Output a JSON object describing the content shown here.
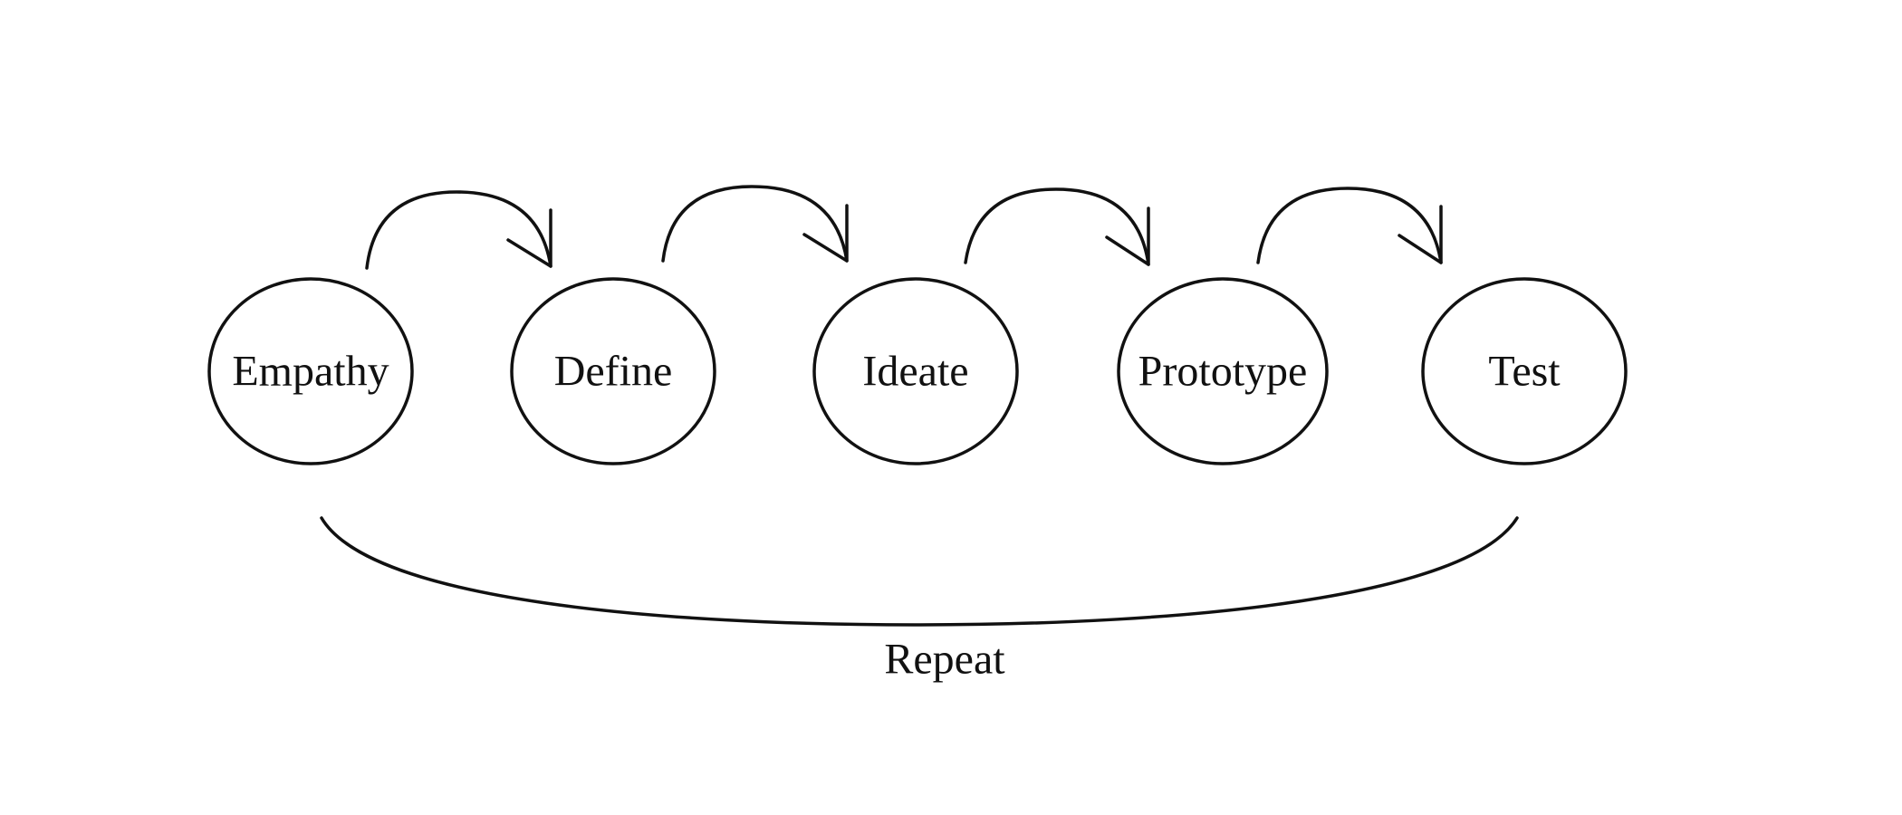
{
  "diagram": {
    "stages": [
      {
        "label": "Empathy"
      },
      {
        "label": "Define"
      },
      {
        "label": "Ideate"
      },
      {
        "label": "Prototype"
      },
      {
        "label": "Test"
      }
    ],
    "repeat_label": "Repeat",
    "stroke_color": "#111111",
    "background_color": "#ffffff"
  }
}
